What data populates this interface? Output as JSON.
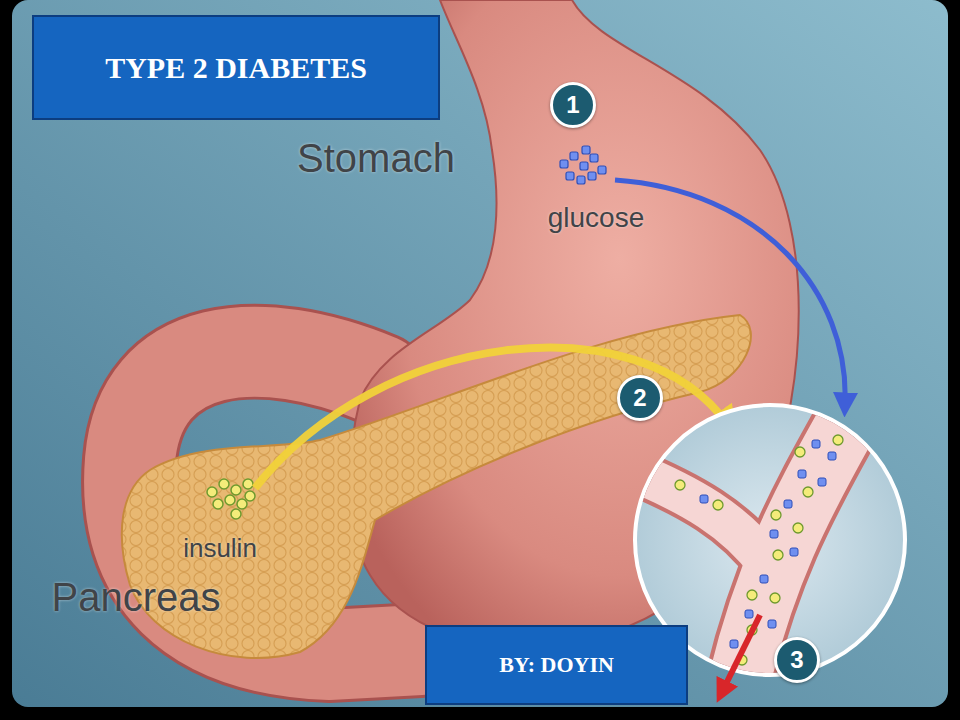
{
  "diagram": {
    "title": "TYPE 2 DIABETES",
    "caption": "BY: DOYIN",
    "labels": [
      "Stomach",
      "1",
      "glucose",
      "2",
      "insulin",
      "Pancreas",
      "3"
    ]
  }
}
